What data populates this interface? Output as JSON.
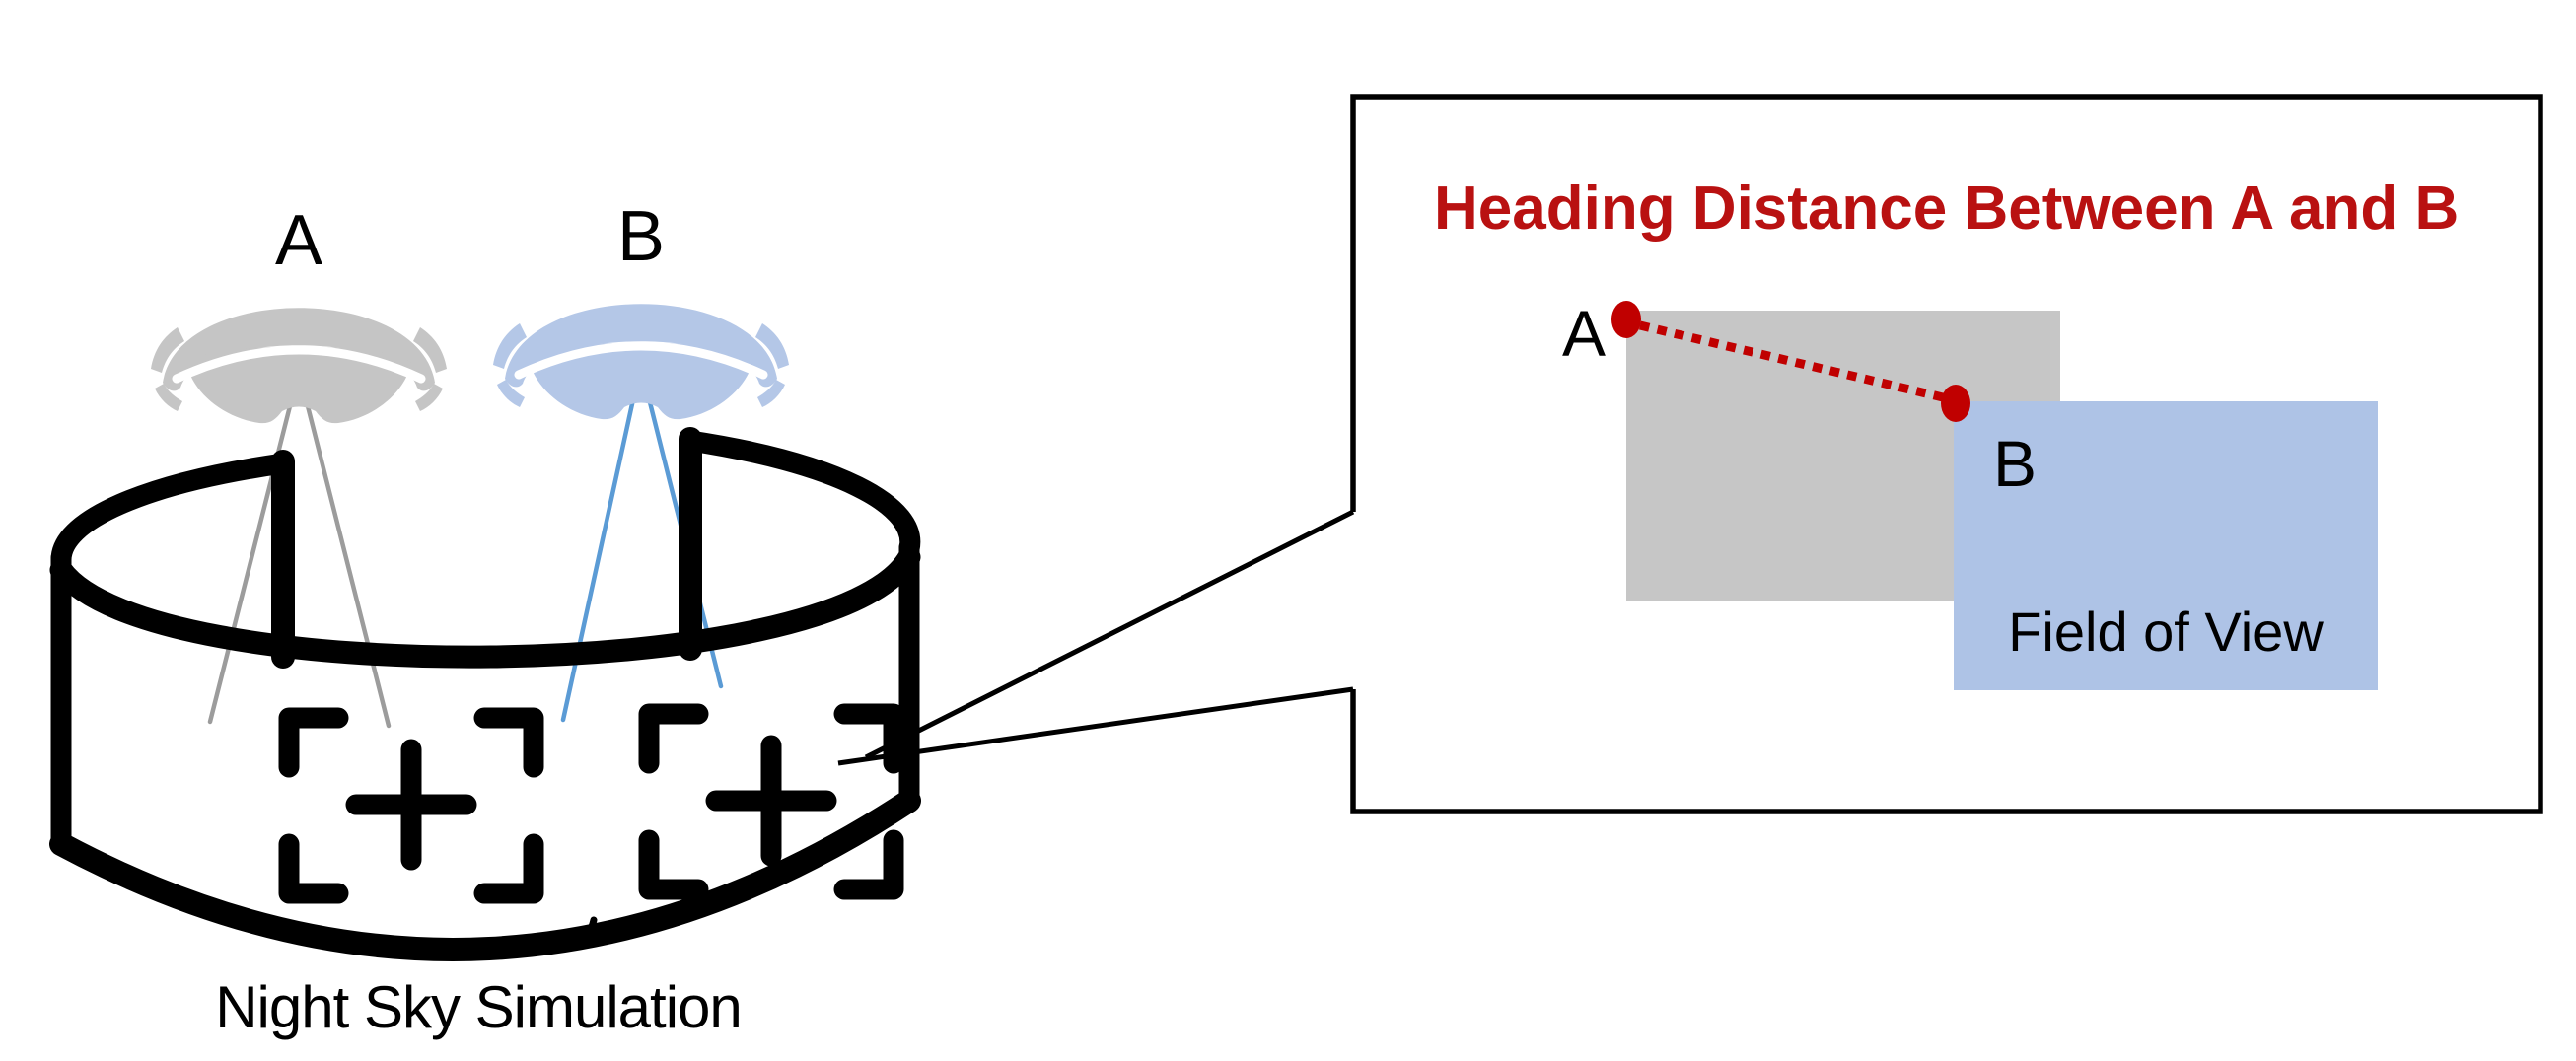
{
  "diagram": {
    "simulation": {
      "headset_a_label": "A",
      "headset_b_label": "B",
      "caption": "Night Sky Simulation"
    },
    "callout": {
      "title": "Heading Distance Between A and B",
      "point_a_label": "A",
      "point_b_label": "B",
      "fov_b_label": "Field of View"
    },
    "colors": {
      "ink": "#000000",
      "title_red": "#B91111",
      "marker_red": "#C00000",
      "gray_fov": "#C6C6C6",
      "blue_fov": "#AEC3E6",
      "headset_gray": "#C5C5C5",
      "headset_blue": "#B4C7E7",
      "frustum_gray": "#9C9C9C",
      "frustum_blue": "#5B9BD5"
    }
  }
}
